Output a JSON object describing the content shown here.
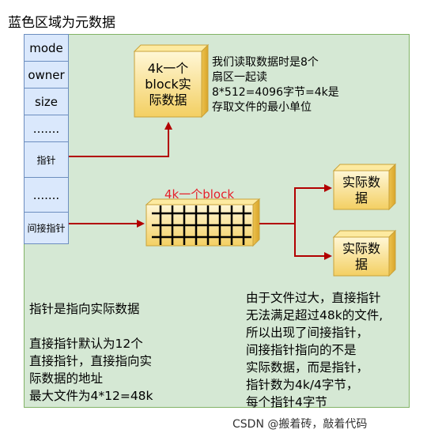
{
  "title": "蓝色区域为元数据",
  "inode_fields": [
    "mode",
    "owner",
    "size",
    ".......",
    "指针",
    ".......",
    "间接指针"
  ],
  "data_block": {
    "line1": "4k一个",
    "line2": "block实",
    "line3": "际数据"
  },
  "read_note": "我们读取数据时是8个\n扇区一起读\n8*512=4096字节=4k是\n存取文件的最小单位",
  "indirect_label": "4k一个block",
  "actual_data_1": {
    "line1": "实际数",
    "line2": "据"
  },
  "actual_data_2": {
    "line1": "实际数",
    "line2": "据"
  },
  "pointer_note": "指针是指向实际数据\n\n直接指针默认为12个\n直接指针，直接指向实\n际数据的地址\n最大文件为4*12=48k",
  "indirect_note": "由于文件过大，直接指针\n无法满足超过48k的文件,\n所以出现了间接指针，\n间接指针指向的不是\n实际数据，而是指针，\n指针数为4k/4字节，\n每个指针4字节",
  "watermark": "CSDN @搬着砖，敲着代码",
  "colors": {
    "panel_fill": "#d5e8d4",
    "metadata_fill": "#dae8fc",
    "block_fill": "#fff2cc",
    "arrow": "#b20000",
    "label_red": "#e6202a"
  }
}
